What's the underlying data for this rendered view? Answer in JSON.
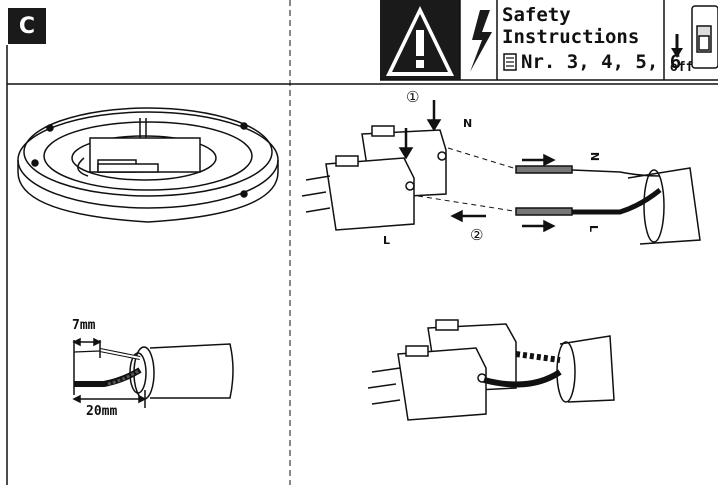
{
  "section": {
    "letter": "C"
  },
  "safety": {
    "title_line1": "Safety",
    "title_line2": "Instructions",
    "reference": "Nr. 3, 4, 5, 6",
    "switch_label": "off",
    "icons": [
      "warning-exclamation-icon",
      "lightning-icon",
      "document-icon",
      "arrow-down-icon",
      "breaker-switch-icon"
    ]
  },
  "wiring": {
    "step1": "①",
    "step2": "②",
    "neutral_label": "N",
    "live_label": "L",
    "wire_neutral": "N",
    "wire_live": "L"
  },
  "strip": {
    "short_length": "7mm",
    "long_length": "20mm"
  }
}
